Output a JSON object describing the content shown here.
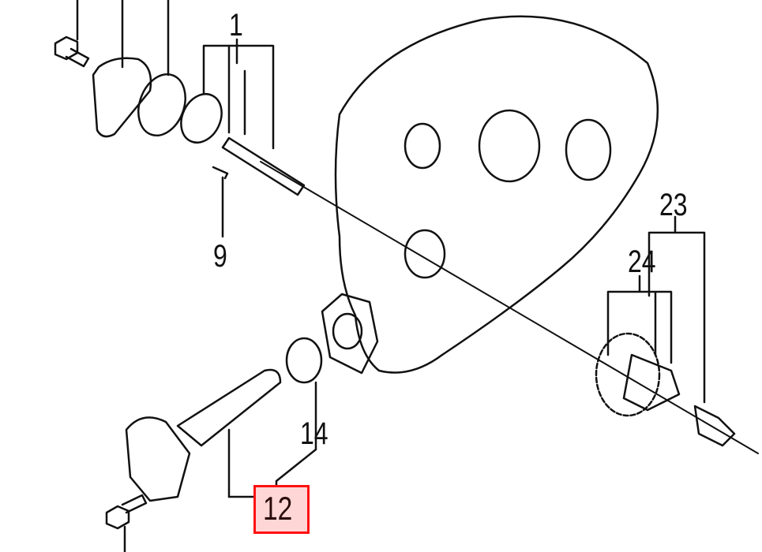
{
  "diagram": {
    "part_labels": [
      {
        "id": "label-1",
        "text": "1"
      },
      {
        "id": "label-9",
        "text": "9"
      },
      {
        "id": "label-23",
        "text": "23"
      },
      {
        "id": "label-24",
        "text": "24"
      },
      {
        "id": "label-14",
        "text": "14"
      }
    ],
    "highlighted_part": {
      "text": "12",
      "border_color": "#ff1010",
      "fill_color": "#ffd6d6"
    }
  }
}
